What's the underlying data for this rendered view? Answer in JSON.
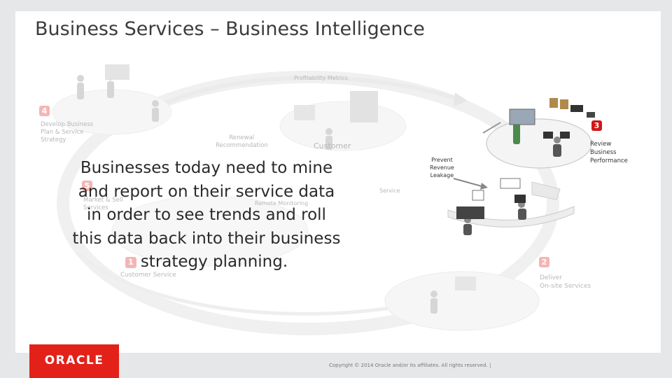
{
  "slide": {
    "title": "Business Services – Business Intelligence",
    "headline_lines": [
      "Businesses today need to mine",
      "and report on their service data",
      "in order to see trends and roll",
      "this data back into their business"
    ],
    "headline_last": "strategy planning."
  },
  "diagram": {
    "profitability_metrics": "Profitability Metrics",
    "step4": {
      "number": "4",
      "label_lines": [
        "Develop Business",
        "Plan & Service",
        "Strategy"
      ]
    },
    "renewal_lines": [
      "Renewal",
      "Recommendation"
    ],
    "customer": "Customer",
    "step3": {
      "number": "3",
      "label_lines": [
        "Review",
        "Business",
        "Performance"
      ]
    },
    "prevent_lines": [
      "Prevent",
      "Revenue",
      "Leakage"
    ],
    "step5": {
      "number": "5",
      "label_lines": [
        "Market & Sell",
        "Services"
      ]
    },
    "remote_monitoring": "Remote Monitoring",
    "service": "Service",
    "step1": {
      "number": "1",
      "label": "Customer Service"
    },
    "step2": {
      "number": "2",
      "label_lines": [
        "Deliver",
        "On-site Services"
      ]
    }
  },
  "footer": {
    "logo": "ORACLE",
    "copyright": "Copyright © 2014 Oracle and/or its affiliates. All rights reserved. |"
  },
  "colors": {
    "oracle_red": "#e32119",
    "step_red": "#d01818",
    "faded_label": "#b7b7b7"
  }
}
